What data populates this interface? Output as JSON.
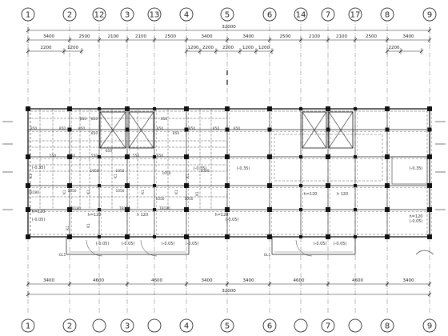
{
  "axes": [
    "1",
    "2",
    "12",
    "3",
    "13",
    "4",
    "5",
    "6",
    "14",
    "7",
    "17",
    "8",
    "9"
  ],
  "total_dimension": "32000",
  "top_spans": [
    "3400",
    "2500",
    "2100",
    "2100",
    "2500",
    "3400",
    "3400",
    "2500",
    "2100",
    "2100",
    "2500",
    "3400"
  ],
  "top_sub_spans": [
    "2200",
    "1200",
    "1200",
    "2200",
    "2200",
    "1200",
    "1200",
    "2200"
  ],
  "bottom_spans": [
    "3400",
    "4600",
    "4600",
    "3400",
    "3400",
    "4600",
    "4600",
    "3400"
  ],
  "beam_labels": [
    "850",
    "850",
    "850",
    "850",
    "850",
    "850",
    "850",
    "850",
    "850",
    "850",
    "850",
    "850",
    "850",
    "550",
    "550",
    "550",
    "650",
    "650",
    "1050",
    "1050",
    "1050",
    "1050",
    "1050",
    "1050",
    "1050",
    "1050",
    "TB180",
    "TB180",
    "TB180",
    "TB180",
    "K1",
    "K1",
    "K1",
    "K1",
    "K1",
    "K1",
    "K1",
    "K1",
    "K1",
    "K1"
  ],
  "slab_labels": [
    "h=120",
    "h=120",
    "h 120",
    "h=120",
    "h=120",
    "h 120",
    "h=120"
  ],
  "elevation_labels": [
    "(-0.35)",
    "(-0.35)",
    "(-0.35)",
    "(-0.35)",
    "(-0.05)",
    "(-0.05)",
    "(-0.05)",
    "(-0.05)",
    "(-0.05)",
    "(-0.05)",
    "(-0.05)",
    "(-0.05)",
    "(-0.05)"
  ],
  "column_tags": [
    "GL1",
    "GL1"
  ]
}
